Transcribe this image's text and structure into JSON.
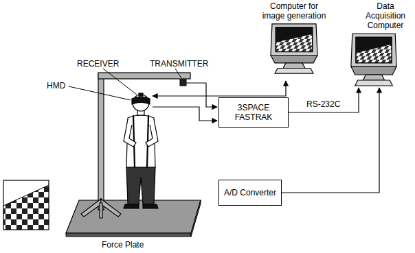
{
  "diagram": {
    "nodes": [
      {
        "text": [
          "Computer for image generation"
        ]
      },
      {
        "text": [
          "Data Acquisition Computer"
        ]
      },
      {
        "text": [
          "3SPACE FASTRAK"
        ]
      },
      {
        "text": [
          "A/D Converter"
        ]
      }
    ],
    "edges": [
      {
        "from": 2,
        "to": 1,
        "arrow": "to",
        "label": "RS-232C"
      },
      {
        "from": 3,
        "to": 1,
        "arrow": "to"
      }
    ],
    "labels": [
      "RECEIVER",
      "TRANSMITTER",
      "HMD",
      "Force Plate"
    ]
  }
}
